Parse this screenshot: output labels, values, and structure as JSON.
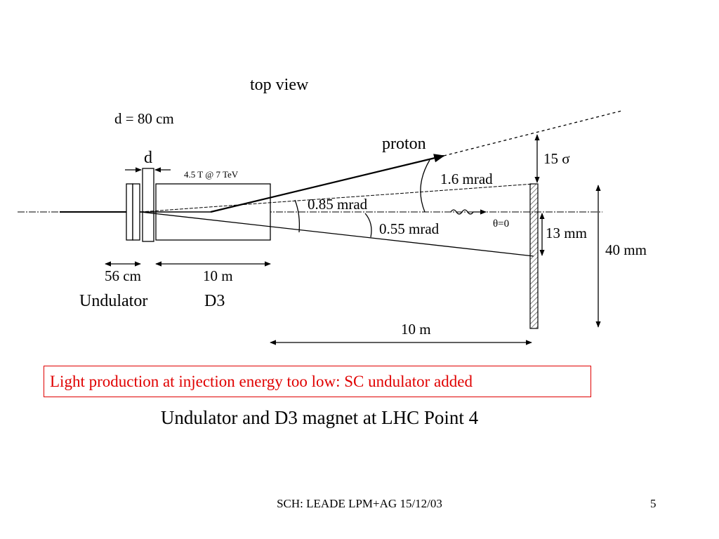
{
  "diagram": {
    "title": "top view",
    "d_definition": "d = 80 cm",
    "d_label": "d",
    "field_label": "4.5 T @ 7 TeV",
    "proton_label": "proton",
    "angle_proton": "1.6 mrad",
    "angle_cone_upper": "0.85 mrad",
    "angle_cone_lower": "0.55 mrad",
    "theta_label": "θ=0",
    "sigma_label": "15 σ",
    "height_13": "13 mm",
    "height_40": "40 mm",
    "undulator_length": "56 cm",
    "undulator_name": "Undulator",
    "d3_length": "10 m",
    "d3_name": "D3",
    "drift_length": "10 m"
  },
  "note": "Light production at injection energy too low: SC undulator added",
  "caption": "Undulator and D3 magnet at LHC Point 4",
  "footer": "SCH: LEADE  LPM+AG 15/12/03",
  "page_number": "5"
}
